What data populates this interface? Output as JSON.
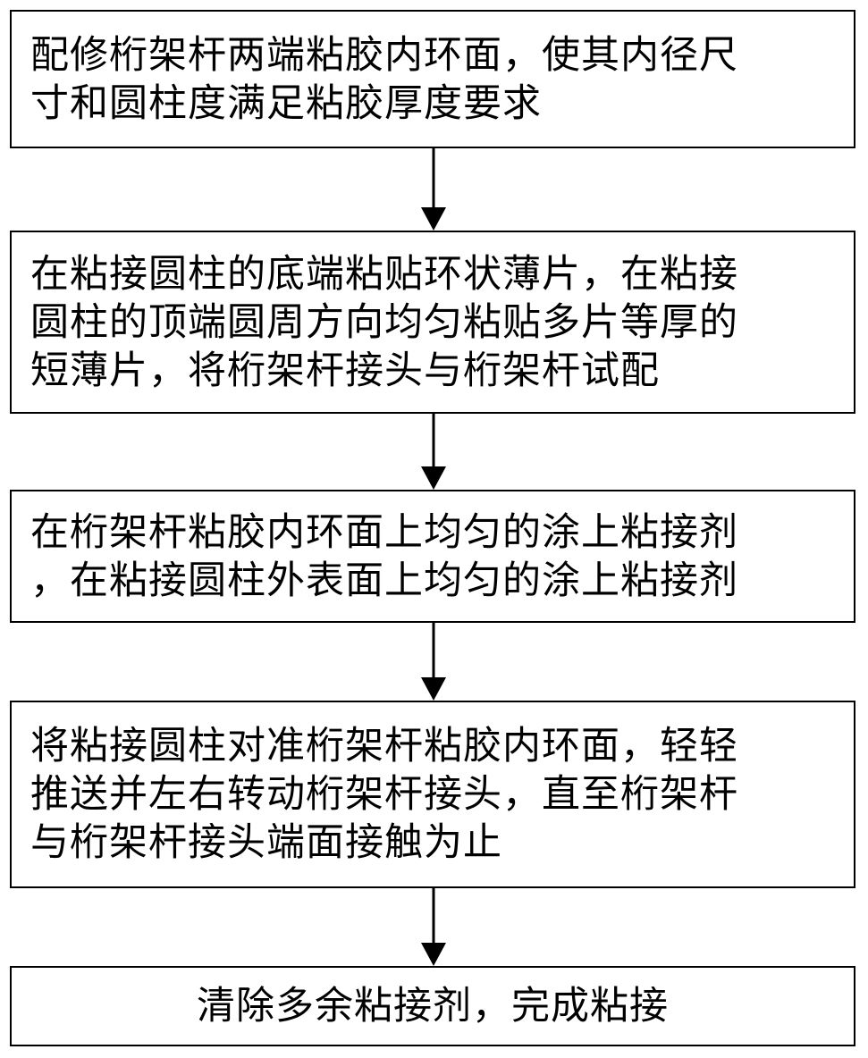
{
  "steps": [
    {
      "text": "配修桁架杆两端粘胶内环面，使其内径尺\n寸和圆柱度满足粘胶厚度要求"
    },
    {
      "text": "在粘接圆柱的底端粘贴环状薄片，在粘接\n圆柱的顶端圆周方向均匀粘贴多片等厚的\n短薄片，将桁架杆接头与桁架杆试配"
    },
    {
      "text": "在桁架杆粘胶内环面上均匀的涂上粘接剂\n，在粘接圆柱外表面上均匀的涂上粘接剂"
    },
    {
      "text": "将粘接圆柱对准桁架杆粘胶内环面，轻轻\n推送并左右转动桁架杆接头，直至桁架杆\n与桁架杆接头端面接触为止"
    },
    {
      "text": "清除多余粘接剂，完成粘接"
    }
  ],
  "colors": {
    "line": "#000000",
    "background": "#ffffff"
  }
}
